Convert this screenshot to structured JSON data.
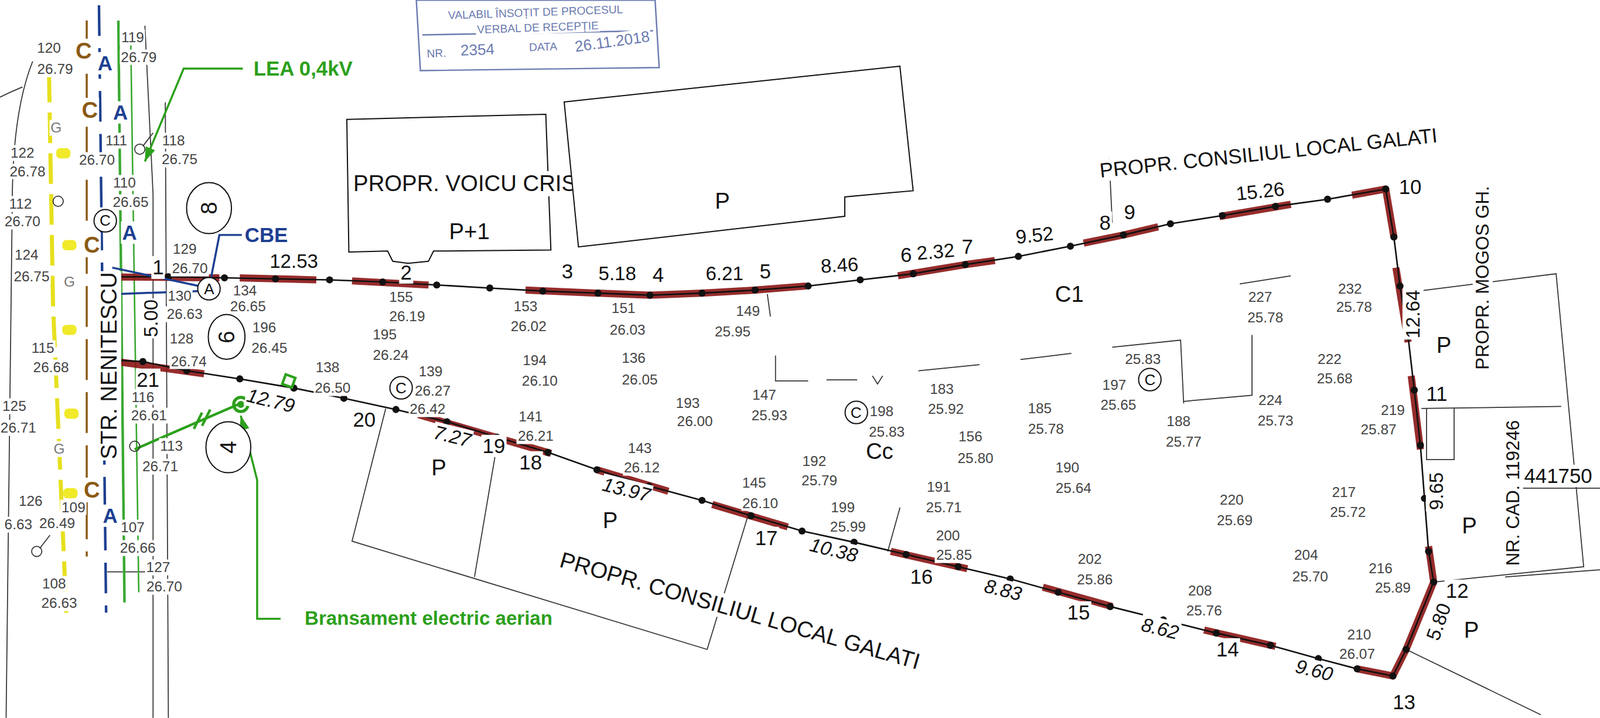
{
  "diagram": {
    "nodes": [
      {
        "text": [
          "PROPR. VOICU CRISTEA",
          "P+1"
        ]
      },
      {
        "text": [
          "P"
        ]
      },
      {
        "text": [
          "8"
        ]
      },
      {
        "text": [
          "6"
        ]
      },
      {
        "text": [
          "4"
        ]
      },
      {
        "text": [
          "A"
        ]
      },
      {
        "text": [
          "C"
        ]
      },
      {
        "text": [
          "C"
        ]
      },
      {
        "text": [
          "C"
        ]
      },
      {
        "text": [
          "C"
        ]
      }
    ],
    "labels": [
      "VALABIL ÎNSOȚIT DE PROCESUL",
      "VERBAL DE RECEPȚIE",
      "NR.",
      "2354",
      "DATA",
      "26.11.2018",
      "LEA 0,4kV",
      "Bransament electric aerian",
      "CBE",
      "STR. NENITESCU",
      "PROPR. CONSILIUL LOCAL GALATI",
      "PROPR. CONSILIUL LOCAL GALATI",
      "PROPR. MOGOS GH.",
      "NR. CAD. 119246",
      "441750",
      "C1",
      "Cc",
      "P",
      "P",
      "P",
      "P",
      "P",
      "1",
      "2",
      "3",
      "4",
      "5",
      "6",
      "7",
      "8",
      "9",
      "10",
      "11",
      "12",
      "13",
      "14",
      "15",
      "16",
      "17",
      "18",
      "19",
      "20",
      "21",
      "12.53",
      "5.18",
      "6.21",
      "8.46",
      "2.32",
      "9.52",
      "15.26",
      "12.64",
      "9.65",
      "5.80",
      "9.60",
      "8.62",
      "8.83",
      "10.38",
      "13.97",
      "7.27",
      "12.79",
      "5.00",
      "120",
      "26.79",
      "119",
      "26.79",
      "122",
      "26.78",
      "111",
      "26.70",
      "118",
      "26.75",
      "112",
      "26.70",
      "110",
      "26.65",
      "124",
      "26.75",
      "129",
      "26.70",
      "130",
      "26.63",
      "134",
      "26.65",
      "155",
      "26.19",
      "128",
      "26.74",
      "196",
      "26.45",
      "195",
      "26.24",
      "115",
      "26.68",
      "138",
      "26.50",
      "139",
      "26.27",
      "26.42",
      "125",
      "26.71",
      "116",
      "26.61",
      "113",
      "26.71",
      "141",
      "26.21",
      "153",
      "26.02",
      "151",
      "26.03",
      "149",
      "25.95",
      "194",
      "26.10",
      "136",
      "26.05",
      "193",
      "26.00",
      "147",
      "25.93",
      "143",
      "26.12",
      "145",
      "26.10",
      "192",
      "25.79",
      "199",
      "25.99",
      "198",
      "25.83",
      "183",
      "25.92",
      "156",
      "25.80",
      "185",
      "25.78",
      "191",
      "25.71",
      "200",
      "25.85",
      "190",
      "25.64",
      "197",
      "25.65",
      "25.83",
      "188",
      "25.77",
      "227",
      "25.78",
      "232",
      "25.78",
      "222",
      "25.68",
      "224",
      "25.73",
      "219",
      "25.87",
      "220",
      "25.69",
      "217",
      "25.72",
      "202",
      "25.86",
      "208",
      "25.76",
      "204",
      "25.70",
      "216",
      "25.89",
      "210",
      "26.07",
      "126",
      "6.63",
      "109",
      "26.49",
      "107",
      "26.66",
      "127",
      "26.70",
      "108",
      "26.63",
      "C",
      "C",
      "C",
      "C",
      "A",
      "A",
      "A",
      "A",
      "G",
      "G",
      "G"
    ]
  }
}
